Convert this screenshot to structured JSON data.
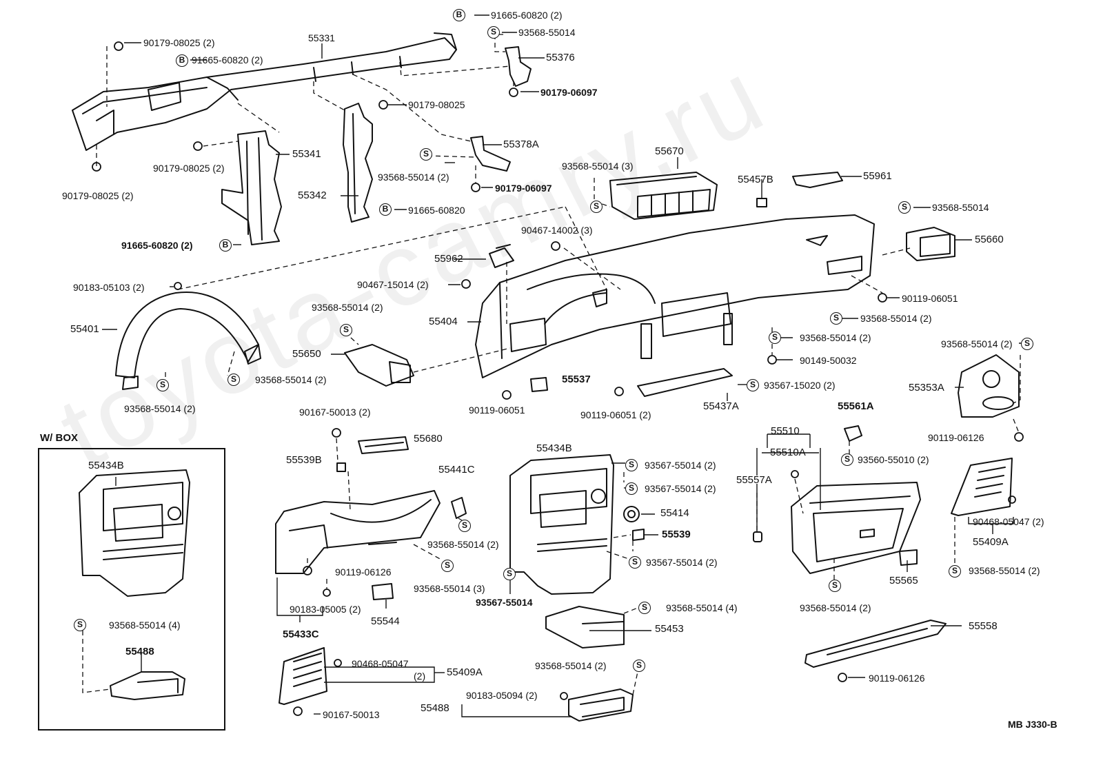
{
  "watermark": "toyota-camry.ru",
  "section": {
    "title": "W/ BOX"
  },
  "figure_code": "MB  J330-B",
  "markers": {
    "bolt": "B",
    "screw": "S"
  },
  "labels": {
    "p55331": "55331",
    "b91665_60820_2_top": "91665-60820 (2)",
    "s93568_55014_top": "93568-55014",
    "p55376": "55376",
    "n90179_06097_a": "90179-06097",
    "n90179_08025_2_a": "90179-08025 (2)",
    "b91665_60820_2_b": "91665-60820 (2)",
    "n90179_08025_b": "90179-08025",
    "p55378A": "55378A",
    "n90179_08025_2_c": "90179-08025 (2)",
    "p55341": "55341",
    "s93568_55014_2_a": "93568-55014 (2)",
    "n90179_06097_b": "90179-06097",
    "n90179_08025_2_d": "90179-08025 (2)",
    "p55342": "55342",
    "b91665_60820_c": "91665-60820",
    "b91665_60820_2_d": "91665-60820 (2)",
    "p55670": "55670",
    "s93568_55014_3_a": "93568-55014 (3)",
    "p55457B": "55457B",
    "p55961": "55961",
    "s93568_55014_b": "93568-55014",
    "p55660": "55660",
    "n90467_14002_3": "90467-14002 (3)",
    "p55962": "55962",
    "n90183_05103_2": "90183-05103 (2)",
    "n90467_15014_2": "90467-15014 (2)",
    "n90119_06051_a": "90119-06051",
    "s93568_55014_2_b": "93568-55014 (2)",
    "s93568_55014_2_c": "93568-55014 (2)",
    "p55401": "55401",
    "p55404": "55404",
    "s93568_55014_2_d": "93568-55014 (2)",
    "p55650": "55650",
    "n90149_50032": "90149-50032",
    "s93568_55014_2_e": "93568-55014 (2)",
    "p55537": "55537",
    "s93567_15020_2": "93567-15020 (2)",
    "s93568_55014_2_f": "93568-55014 (2)",
    "n90119_06051_b": "90119-06051",
    "n90119_06051_2": "90119-06051 (2)",
    "p55437A": "55437A",
    "s93568_55014_2_g": "93568-55014 (2)",
    "p55353A": "55353A",
    "n90167_50013_2": "90167-50013 (2)",
    "p55561A": "55561A",
    "n90119_06126_a": "90119-06126",
    "p55680": "55680",
    "p55510": "55510",
    "p55434B_a": "55434B",
    "p55539B": "55539B",
    "s93567_55014_2_a": "93567-55014 (2)",
    "s93560_55010_2": "93560-55010 (2)",
    "p55441C": "55441C",
    "p55510A": "55510A",
    "p55557A": "55557A",
    "s93567_55014_2_b": "93567-55014 (2)",
    "p55414": "55414",
    "n90468_05047_2_a": "90468-05047 (2)",
    "p55539": "55539",
    "p55409A_a": "55409A",
    "s93568_55014_2_h": "93568-55014 (2)",
    "n90119_06126_b": "90119-06126",
    "s93567_55014_2_c": "93567-55014 (2)",
    "s93568_55014_2_i": "93568-55014 (2)",
    "p55565": "55565",
    "s93568_55014_3_b": "93568-55014 (3)",
    "s93567_55014_b2": "93567-55014",
    "n90183_05005_2": "90183-05005 (2)",
    "s93568_55014_2_j": "93568-55014 (2)",
    "s93568_55014_4_a": "93568-55014 (4)",
    "p55544": "55544",
    "p55453": "55453",
    "p55558": "55558",
    "p55433C": "55433C",
    "n90468_05047_b": "90468-05047",
    "n90468_05047_2_b": "(2)",
    "p55409A_b": "55409A",
    "s93568_55014_2_k": "93568-55014 (2)",
    "n90119_06126_c": "90119-06126",
    "n90183_05094_2": "90183-05094 (2)",
    "p55488_a": "55488",
    "n90167_50013": "90167-50013",
    "p55434B_b": "55434B",
    "s93568_55014_4_b": "93568-55014 (4)",
    "p55488_b": "55488"
  }
}
